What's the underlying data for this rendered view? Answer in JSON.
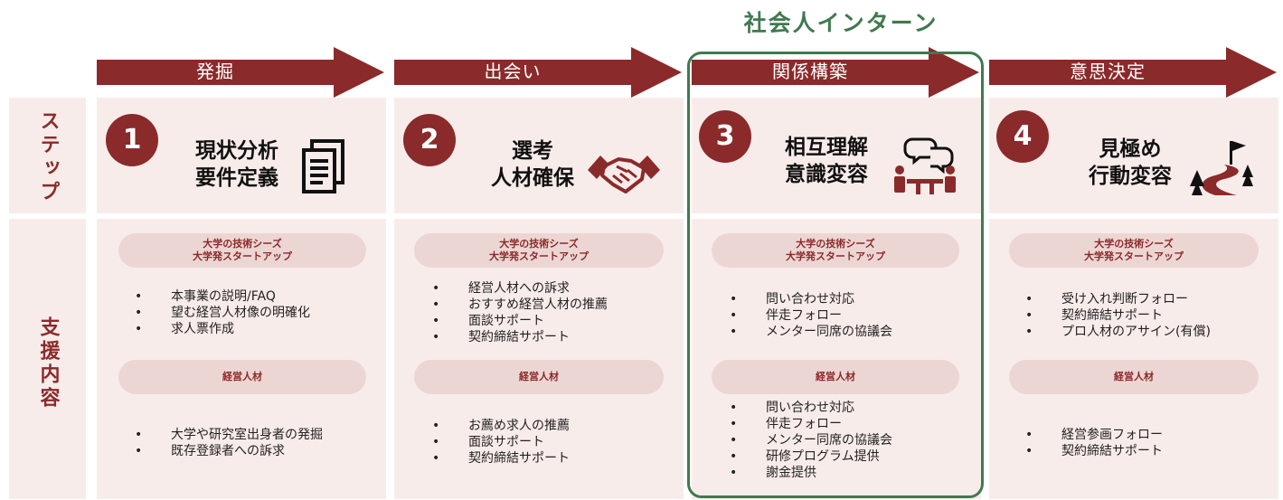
{
  "highlight": {
    "title": "社会人インターン"
  },
  "side": {
    "step_label": "ステップ",
    "support_label": "支援内容"
  },
  "phases": [
    {
      "arrow": "発掘",
      "number": "1",
      "title_lines": [
        "現状分析",
        "要件定義"
      ],
      "icon": "document-icon",
      "pill1": [
        "大学の技術シーズ",
        "大学発スタートアップ"
      ],
      "list1": [
        "本事業の説明/FAQ",
        "望む経営人材像の明確化",
        "求人票作成"
      ],
      "pill2": "経営人材",
      "list2": [
        "大学や研究室出身者の発掘",
        "既存登録者への訴求"
      ]
    },
    {
      "arrow": "出会い",
      "number": "2",
      "title_lines": [
        "選考",
        "人材確保"
      ],
      "icon": "handshake-icon",
      "pill1": [
        "大学の技術シーズ",
        "大学発スタートアップ"
      ],
      "list1": [
        "経営人材への訴求",
        "おすすめ経営人材の推薦",
        "面談サポート",
        "契約締結サポート"
      ],
      "pill2": "経営人材",
      "list2": [
        "お薦め求人の推薦",
        "面談サポート",
        "契約締結サポート"
      ]
    },
    {
      "arrow": "関係構築",
      "number": "3",
      "title_lines": [
        "相互理解",
        "意識変容"
      ],
      "icon": "meeting-icon",
      "pill1": [
        "大学の技術シーズ",
        "大学発スタートアップ"
      ],
      "list1": [
        "問い合わせ対応",
        "伴走フォロー",
        "メンター同席の協議会"
      ],
      "pill2": "経営人材",
      "list2": [
        "問い合わせ対応",
        "伴走フォロー",
        "メンター同席の協議会",
        "研修プログラム提供",
        "謝金提供"
      ]
    },
    {
      "arrow": "意思決定",
      "number": "4",
      "title_lines": [
        "見極め",
        "行動変容"
      ],
      "icon": "goal-path-icon",
      "pill1": [
        "大学の技術シーズ",
        "大学発スタートアップ"
      ],
      "list1": [
        "受け入れ判断フォロー",
        "契約締結サポート",
        "プロ人材のアサイン(有償)"
      ],
      "pill2": "経営人材",
      "list2": [
        "経営参画フォロー",
        "契約締結サポート"
      ]
    }
  ],
  "colors": {
    "accent": "#8b2a2a",
    "panel": "#f8ecea",
    "pill": "#ecd6d3",
    "highlight": "#3f7a4e"
  }
}
